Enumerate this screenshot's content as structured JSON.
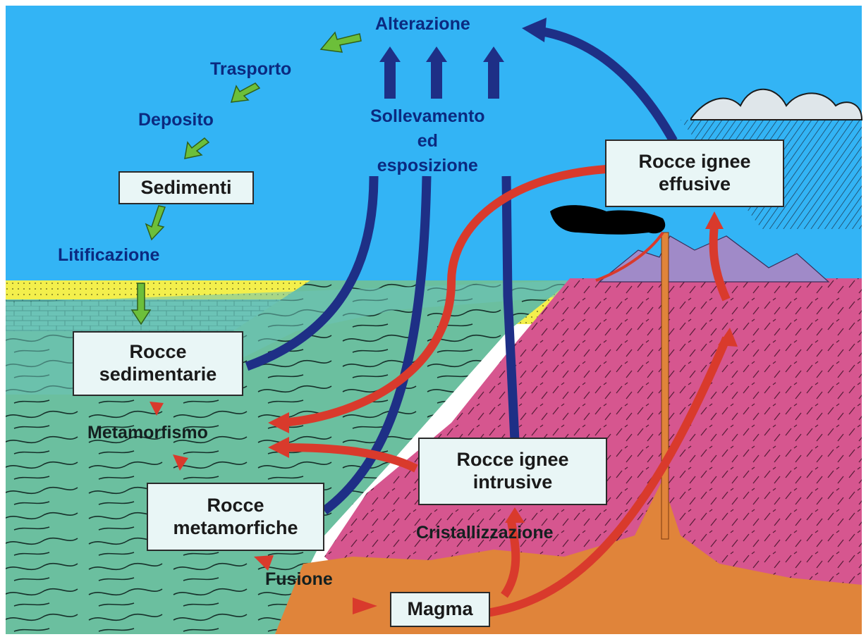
{
  "labels": {
    "alterazione": "Alterazione",
    "trasporto": "Trasporto",
    "deposito": "Deposito",
    "litificazione": "Litificazione",
    "sollevamento": "Sollevamento\ned\nesposizione",
    "metamorfismo": "Metamorfismo",
    "cristallizzazione": "Cristallizzazione",
    "fusione": "Fusione"
  },
  "boxes": {
    "sedimenti": "Sedimenti",
    "rocce_sedimentarie": "Rocce\nsedimentarie",
    "rocce_metamorfiche": "Rocce\nmetamorfiche",
    "rocce_ignee_intrusive": "Rocce ignee\nintrusive",
    "rocce_ignee_effusive": "Rocce ignee\neffusive",
    "magma": "Magma"
  },
  "colors": {
    "sky": "#33b4f5",
    "sediment_yellow": "#f3ef4c",
    "sedimentary_teal": "#6cc3b6",
    "metamorphic_green": "#6bbf9f",
    "igneous_pink": "#d6568f",
    "magma_orange": "#e0843a",
    "volcano_purple": "#a08ac8",
    "arrow_green": "#6cbf3a",
    "arrow_blue": "#1e2f86",
    "arrow_red": "#d93a2c"
  }
}
